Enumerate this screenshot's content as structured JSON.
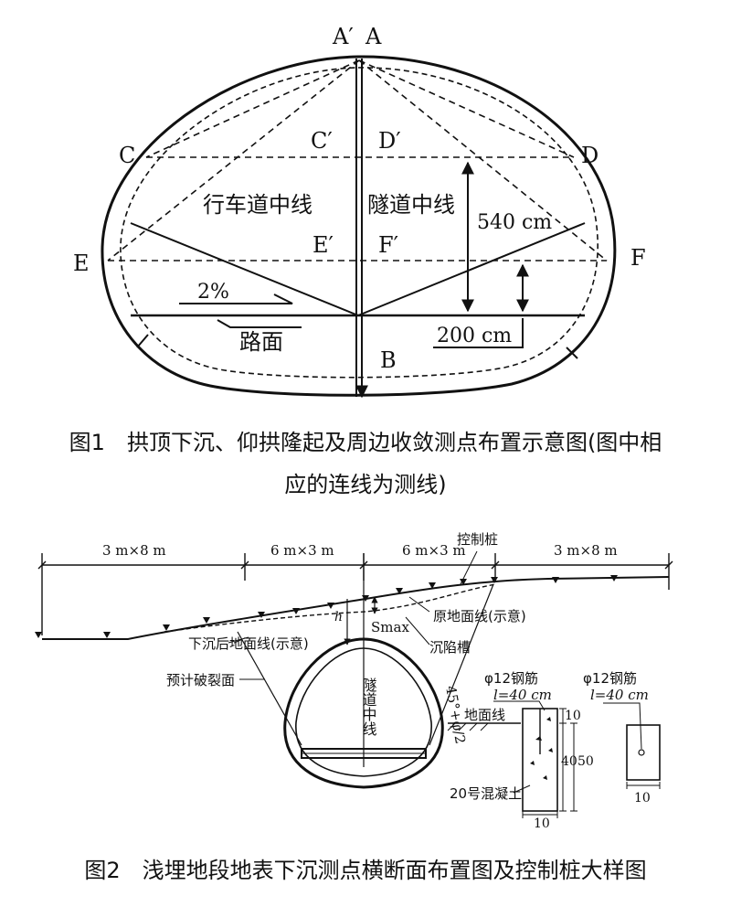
{
  "figure1": {
    "points": {
      "A_prime": "A′",
      "A": "A",
      "C": "C",
      "C_prime": "C′",
      "D_prime": "D′",
      "D": "D",
      "E": "E",
      "E_prime": "E′",
      "F_prime": "F′",
      "F": "F",
      "B": "B"
    },
    "labels": {
      "lane_center": "行车道中线",
      "tunnel_center": "隧道中线",
      "dim_540": "540 cm",
      "dim_200": "200 cm",
      "slope": "2%",
      "road": "路面"
    },
    "caption_line1": "图1　拱顶下沉、仰拱隆起及周边收敛测点布置示意图(图中相",
    "caption_line2": "应的连线为测线)"
  },
  "figure2": {
    "dims": [
      "3 m×8 m",
      "6 m×3 m",
      "6 m×3 m",
      "3 m×8 m"
    ],
    "labels": {
      "control_pile": "控制桩",
      "original_ground": "原地面线(示意)",
      "smax": "Smax",
      "h": "h",
      "settled_ground": "下沉后地面线(示意)",
      "trough": "沉陷槽",
      "fracture": "预计破裂面",
      "tunnel_center": "隧道中线",
      "angle": "45°+φ/2",
      "rebar1": "φ12钢筋",
      "rebar1_len": "l=40 cm",
      "ground_line": "地面线",
      "concrete": "20号混凝土",
      "rebar2": "φ12钢筋",
      "rebar2_len": "l=40 cm",
      "d10_top": "10",
      "d40": "40",
      "d50": "50",
      "w10_a": "10",
      "w10_b": "10"
    },
    "caption": "图2　浅埋地段地表下沉测点横断面布置图及控制桩大样图"
  }
}
